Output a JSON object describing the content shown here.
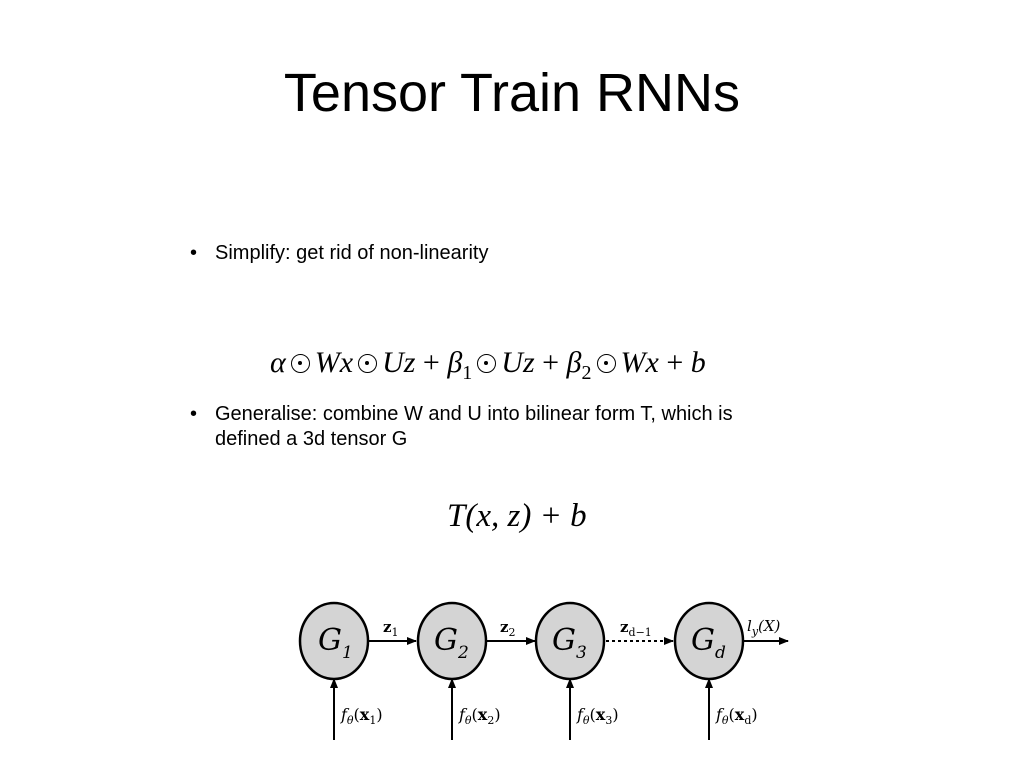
{
  "slide": {
    "title": "Tensor Train RNNs",
    "bullets": [
      {
        "marker": "•",
        "text": "Simplify: get rid of non-linearity"
      },
      {
        "marker": "•",
        "text": "Generalise: combine W and U into bilinear form T, which  is defined a 3d tensor G"
      }
    ]
  },
  "formulas": {
    "f1": {
      "alpha": "α",
      "wx": "Wx",
      "uz": "Uz",
      "plus": "+",
      "beta": "β",
      "sub1": "1",
      "sub2": "2",
      "b": "b"
    },
    "f2": {
      "text": "T(x, z) + b"
    }
  },
  "diagram": {
    "nodes": [
      {
        "label": "G",
        "sub": "1"
      },
      {
        "label": "G",
        "sub": "2"
      },
      {
        "label": "G",
        "sub": "3"
      },
      {
        "label": "G",
        "sub": "d"
      }
    ],
    "edges": [
      {
        "label": "z",
        "sub": "1"
      },
      {
        "label": "z",
        "sub": "2"
      },
      {
        "label": "z",
        "sub": "d−1"
      }
    ],
    "output": {
      "text": "l",
      "sub": "y",
      "arg": "(X)"
    },
    "inputs": [
      {
        "f": "f",
        "theta": "θ",
        "x": "x",
        "sub": "1"
      },
      {
        "f": "f",
        "theta": "θ",
        "x": "x",
        "sub": "2"
      },
      {
        "f": "f",
        "theta": "θ",
        "x": "x",
        "sub": "3"
      },
      {
        "f": "f",
        "theta": "θ",
        "x": "x",
        "sub": "d"
      }
    ],
    "colors": {
      "node_fill": "#d4d4d4",
      "stroke": "#000000"
    }
  }
}
